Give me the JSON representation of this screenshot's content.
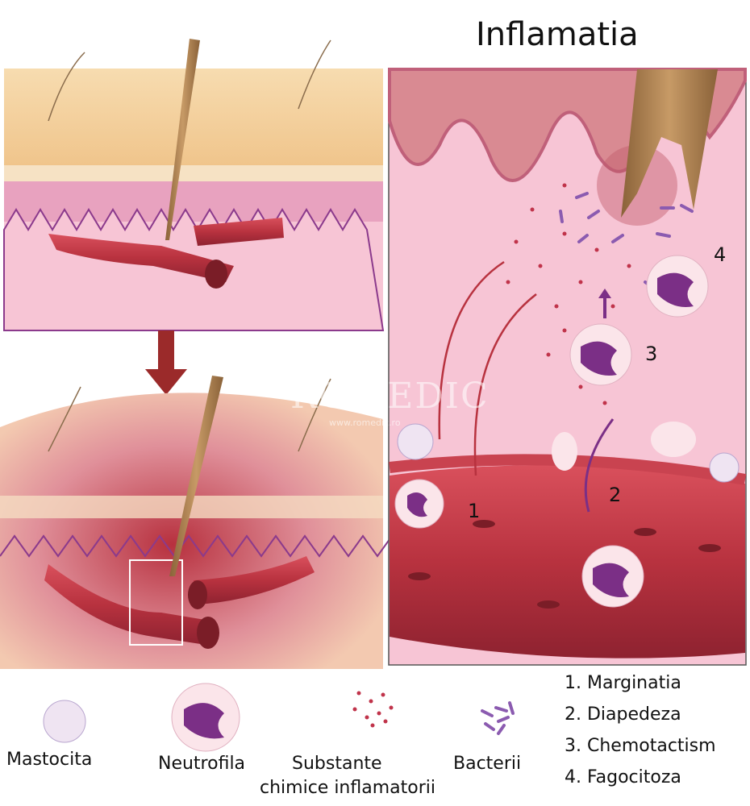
{
  "title": "Inflamatia",
  "watermark": {
    "brand": "ROMEDIC",
    "url": "www.romedic.ro"
  },
  "stage_labels": [
    "1",
    "2",
    "3",
    "4"
  ],
  "legend": {
    "items": [
      {
        "icon": "mastocyte-icon",
        "label": "Mastocita"
      },
      {
        "icon": "neutrophil-icon",
        "label": "Neutrofila"
      },
      {
        "icon": "chemical-dots-icon",
        "label": "Substante",
        "label2": "chimice inflamatorii"
      },
      {
        "icon": "bacteria-icon",
        "label": "Bacterii"
      }
    ],
    "steps": [
      "1. Marginatia",
      "2. Diapedeza",
      "3. Chemotactism",
      "4. Fagocitoza"
    ]
  },
  "colors": {
    "skin": "#f3cf9a",
    "tissue": "#f7c5d5",
    "vessel": "#b8323f",
    "neutrophil_nucleus": "#7b2f86",
    "arrow": "#9b2a2a"
  }
}
